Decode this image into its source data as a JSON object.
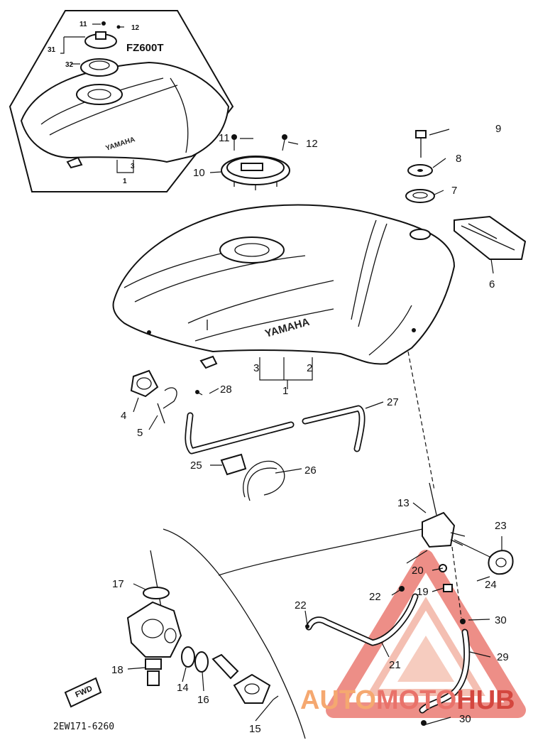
{
  "diagram": {
    "model_label": "FZ600T",
    "part_code": "2EW171-6260",
    "brand_main": "YAMAHA",
    "brand_inset": "YAMAHA",
    "fwd_label": "FWD",
    "callouts": {
      "c1": "1",
      "c2": "2",
      "c3": "3",
      "c4": "4",
      "c5": "5",
      "c6": "6",
      "c7": "7",
      "c8": "8",
      "c9": "9",
      "c10": "10",
      "c11": "11",
      "c12": "12",
      "c13": "13",
      "c14": "14",
      "c15": "15",
      "c16": "16",
      "c17": "17",
      "c18": "18",
      "c19": "19",
      "c20": "20",
      "c21": "21",
      "c22a": "22",
      "c22b": "22",
      "c23": "23",
      "c24": "24",
      "c25": "25",
      "c26": "26",
      "c27": "27",
      "c28": "28",
      "c29": "29",
      "c30a": "30",
      "c30b": "30"
    },
    "inset_callouts": {
      "i11": "11",
      "i12": "12",
      "i31": "31",
      "i32": "32",
      "i3": "3",
      "i1": "1"
    }
  },
  "watermark": {
    "part1": "AUTO",
    "part2": "MOTO",
    "part3": "HUB",
    "colors": {
      "orange": "#f5a870",
      "salmon": "#e9726a",
      "red": "#d4473f"
    }
  }
}
